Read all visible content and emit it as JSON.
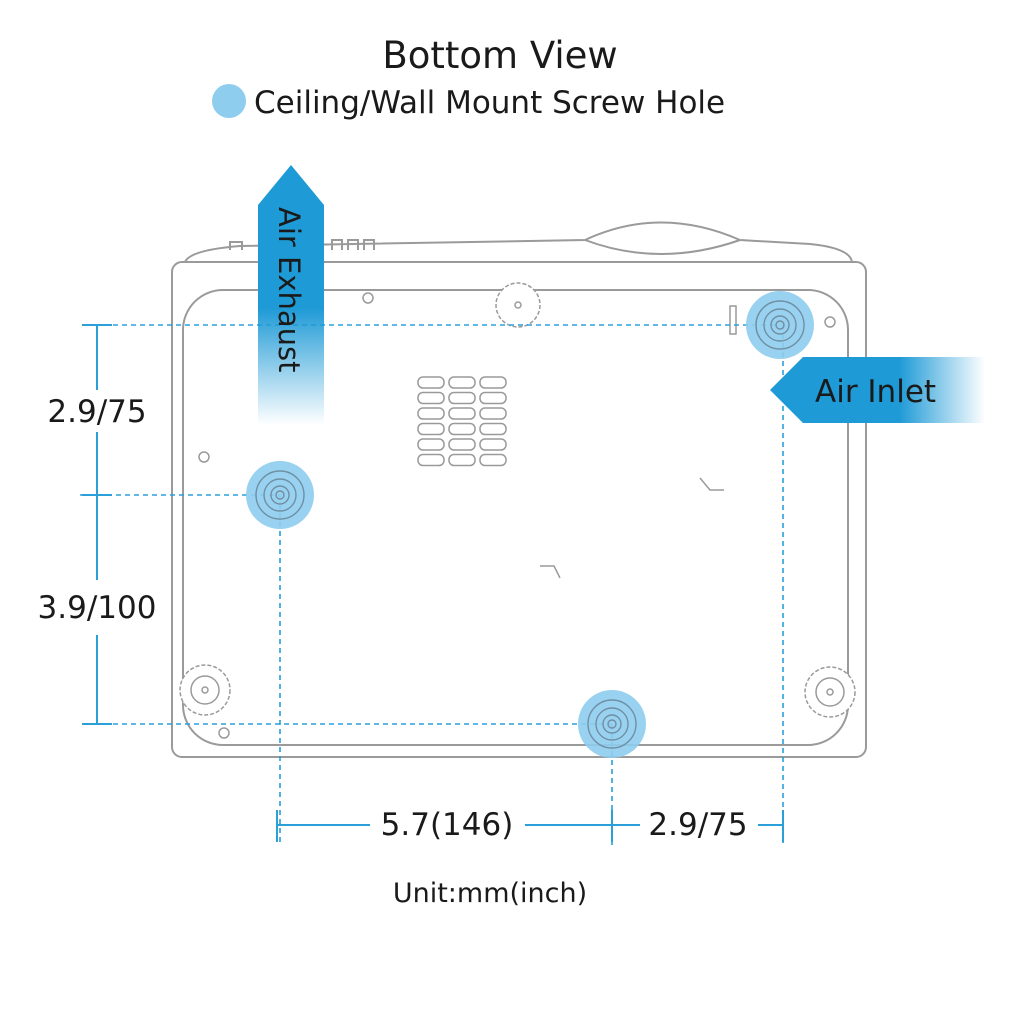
{
  "title": "Bottom View",
  "legend": {
    "label": "Ceiling/Wall Mount Screw Hole",
    "color": "#8ecdee"
  },
  "arrows": {
    "exhaust": "Air Exhaust",
    "inlet": "Air Inlet"
  },
  "dimensions": {
    "vertical_top": "2.9/75",
    "vertical_bottom": "3.9/100",
    "horizontal_left": "5.7(146)",
    "horizontal_right": "2.9/75"
  },
  "unit": "Unit:mm(inch)",
  "colors": {
    "accent": "#1e9ad6",
    "outline": "#9a9a9a",
    "dim": "#2a9fd8"
  }
}
